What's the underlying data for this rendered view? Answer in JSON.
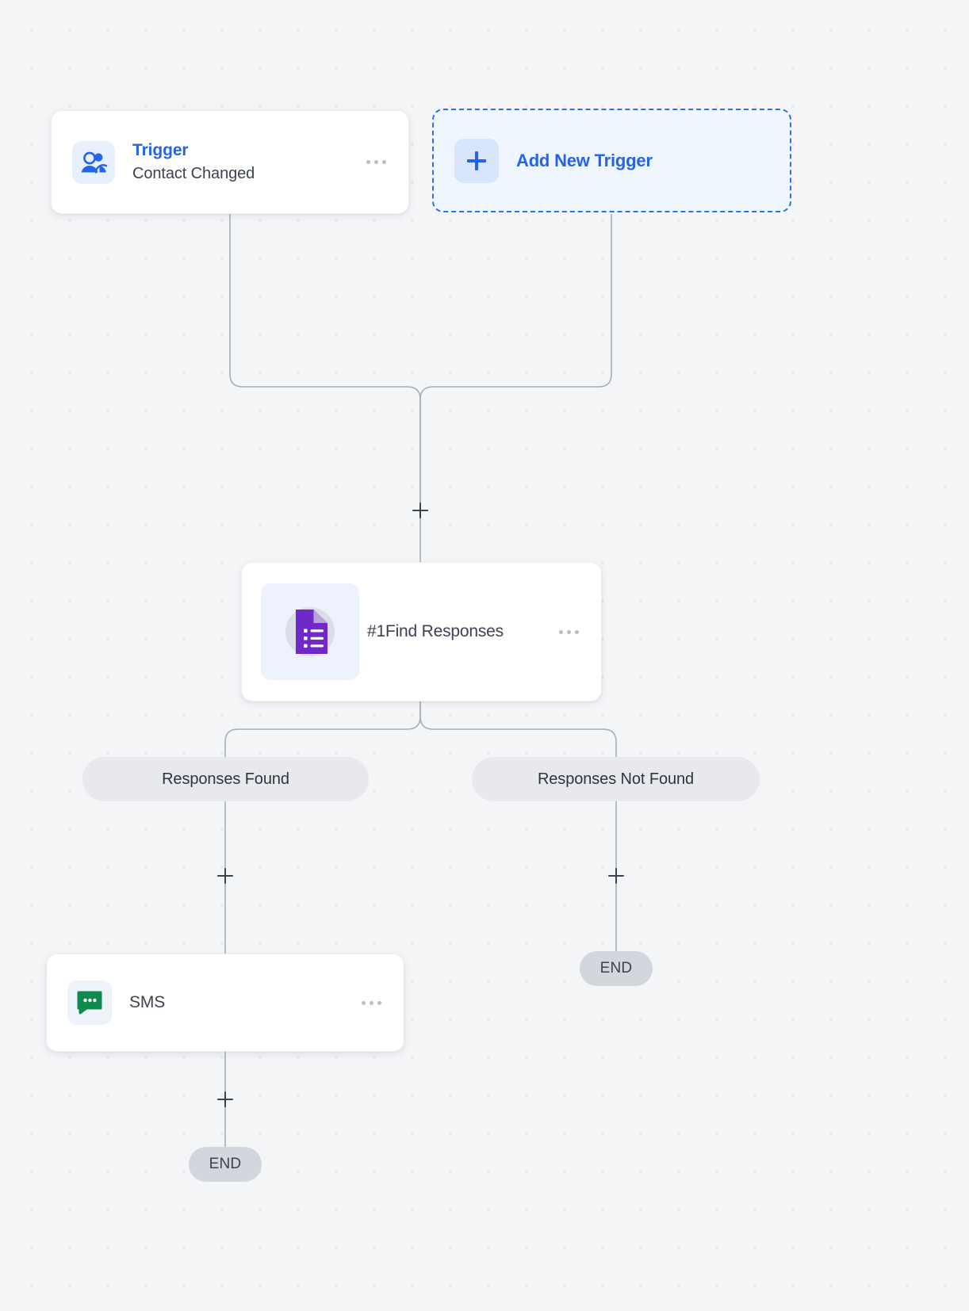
{
  "canvas": {
    "accent_blue": "#2563eb",
    "pill_grey": "#e7e9ed",
    "end_pill_grey": "#d3d6dd",
    "wire_grey": "#a8aeb8",
    "background": "#f4f5f7"
  },
  "trigger_node": {
    "title": "Trigger",
    "subtitle": "Contact Changed",
    "icon": "contacts-icon",
    "menu": "more-options"
  },
  "add_trigger_node": {
    "label": "Add New Trigger",
    "icon": "plus-icon"
  },
  "forms_node": {
    "label": "#1Find Responses",
    "icon": "google-forms-icon",
    "menu": "more-options"
  },
  "sms_node": {
    "label": "SMS",
    "icon": "sms-chat-icon",
    "menu": "more-options"
  },
  "branches": [
    {
      "label": "Responses Found"
    },
    {
      "label": "Responses Not Found"
    }
  ],
  "terminators": [
    {
      "label": "END"
    },
    {
      "label": "END"
    }
  ],
  "add_step_buttons": [
    {
      "name": "add-step-after-trigger"
    },
    {
      "name": "add-step-responses-found"
    },
    {
      "name": "add-step-responses-not-found"
    },
    {
      "name": "add-step-after-sms"
    }
  ]
}
